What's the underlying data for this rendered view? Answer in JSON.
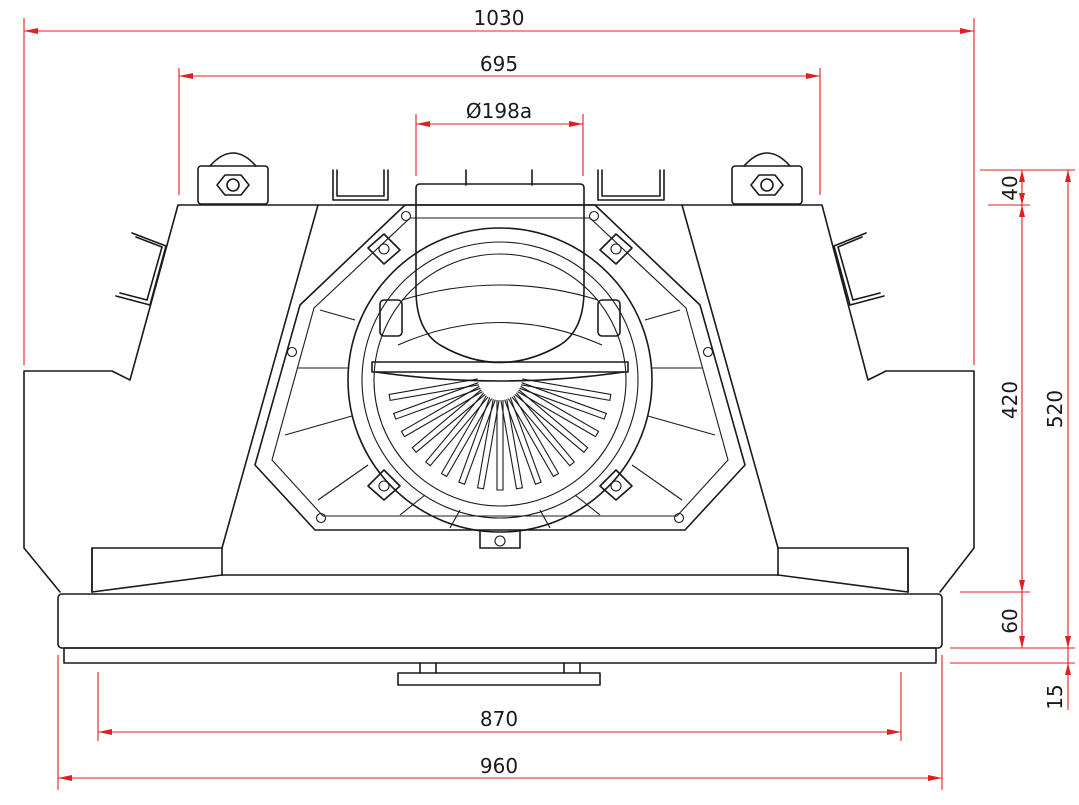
{
  "dimensions": {
    "overall_width": "1030",
    "upper_width": "695",
    "flue_diameter": "Ø198a",
    "top_offset": "40",
    "body_height": "420",
    "total_height": "520",
    "base_height": "60",
    "plate_thickness": "15",
    "opening_width": "870",
    "base_width": "960"
  },
  "colors": {
    "outline": "#1a1a1a",
    "dimension_lines": "#e02020",
    "background": "#ffffff"
  }
}
